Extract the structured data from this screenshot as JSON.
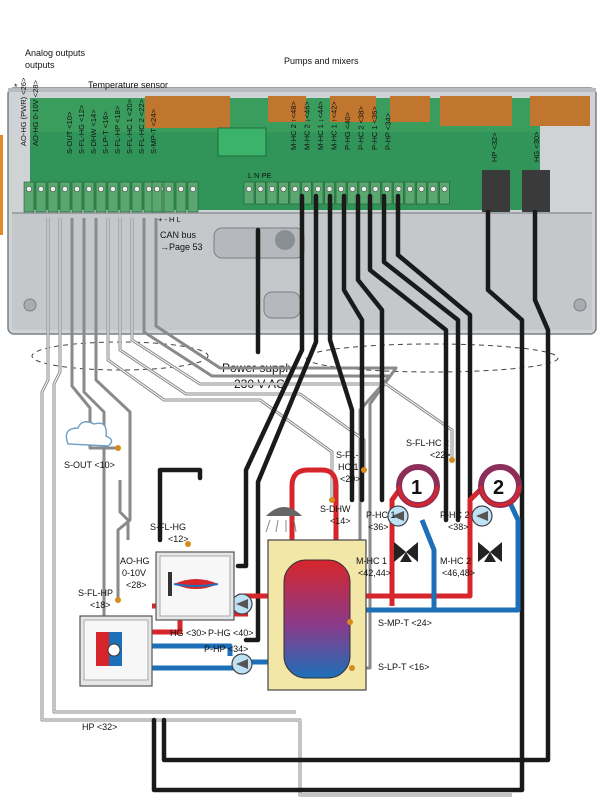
{
  "controller": {
    "analog_outputs_title": "Analog outputs",
    "analog_outputs_star": "*",
    "temperature_sensor_title": "Temperature sensor",
    "pumps_mixers_title": "Pumps and mixers",
    "can_bus_label": "CAN bus",
    "can_bus_ref": "→Page 53",
    "can_bus_terminals": "+ - H L",
    "power_terminals": "L N PE",
    "analog_terminals": [
      "AO-HG (PWR) <26>",
      "AO-HG 0-10V <28>"
    ],
    "sensor_terminals": [
      "S-OUT <10>",
      "S-FL-HG <12>",
      "S-DHW <14>",
      "S-LP-T <16>",
      "S-FL-HP <18>",
      "S-FL-HC 1 <20>",
      "S-FL-HC 2 <22>",
      "S-MP-T <24>"
    ],
    "pump_terminals": [
      "M-HC 2 ↑<48>",
      "M-HC 2 ↓<46>",
      "M-HC 1 ↓<44>",
      "M-HC 1 ↑<42>",
      "P-HG <40>",
      "P-HC 2 <38>",
      "P-HC 1 <36>",
      "P-HP <34>"
    ],
    "relay_terminals": [
      "HP <32>",
      "HG <30>"
    ]
  },
  "power_supply": {
    "line1": "Power supply",
    "line2": "230 V AC"
  },
  "sensors": {
    "s_out": "S-OUT <10>",
    "s_fl_hc1": [
      "S-FL-",
      "HC 1",
      "<20>"
    ],
    "s_fl_hc2": [
      "S-FL-HC 2",
      "<22>"
    ],
    "s_dhw": [
      "S-DHW",
      "<14>"
    ],
    "s_fl_hg": [
      "S-FL-HG",
      "<12>"
    ],
    "ao_hg": [
      "AO-HG",
      "0-10V",
      "<28>"
    ],
    "s_fl_hp": [
      "S-FL-HP",
      "<18>"
    ],
    "s_mp_t": "S-MP-T <24>",
    "s_lp_t": "S-LP-T <16>"
  },
  "actuators": {
    "p_hc1": [
      "P-HC 1",
      "<36>"
    ],
    "p_hc2": [
      "P-HC 2",
      "<38>"
    ],
    "m_hc1": [
      "M-HC 1",
      "<42,44>"
    ],
    "m_hc2": [
      "M-HC 2",
      "<46,48>"
    ],
    "hg_relay": "HG <30>",
    "p_hg": "P-HG <40>",
    "p_hp": "P-HP <34>",
    "hp_relay": "HP <32>"
  },
  "circuits": [
    "1",
    "2"
  ],
  "colors": {
    "housing": "#cfd3d6",
    "pcb": "#1f8d4a",
    "terminal": "#5aa870",
    "copper": "#c0762f",
    "cable_black": "#1a1a1a",
    "cable_grey": "#8a8a8a",
    "flow_red": "#d7262b",
    "return_blue": "#1d6fb8",
    "sensor_dot": "#d68b1c",
    "tank_fill": "#f3e7a8"
  }
}
